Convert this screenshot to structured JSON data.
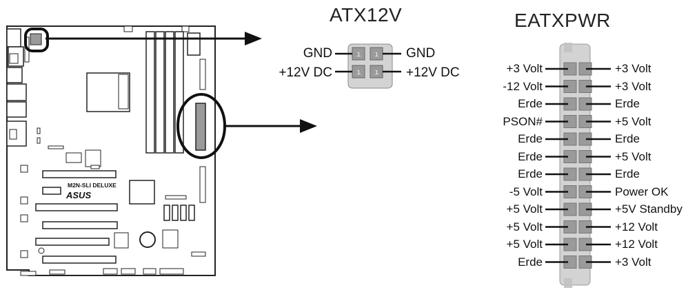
{
  "board": {
    "model": "M2N-SLI DELUXE",
    "brand": "ASUS"
  },
  "atx12v": {
    "title": "ATX12V",
    "left": [
      "GND",
      "+12V DC"
    ],
    "right": [
      "GND",
      "+12V DC"
    ]
  },
  "eatxpwr": {
    "title": "EATXPWR",
    "left": [
      "+3 Volt",
      "-12 Volt",
      "Erde",
      "PSON#",
      "Erde",
      "Erde",
      "Erde",
      "-5 Volt",
      "+5 Volt",
      "+5 Volt",
      "+5 Volt",
      "Erde"
    ],
    "right": [
      "+3 Volt",
      "+3 Volt",
      "Erde",
      "+5 Volt",
      "Erde",
      "+5 Volt",
      "Erde",
      "Power OK",
      "+5V Standby",
      "+12 Volt",
      "+12 Volt",
      "+3 Volt"
    ]
  },
  "colors": {
    "line": "#111111",
    "connector_fill": "#d3d3d3",
    "connector_dark": "#9a9a9a",
    "board_line": "#222222"
  }
}
